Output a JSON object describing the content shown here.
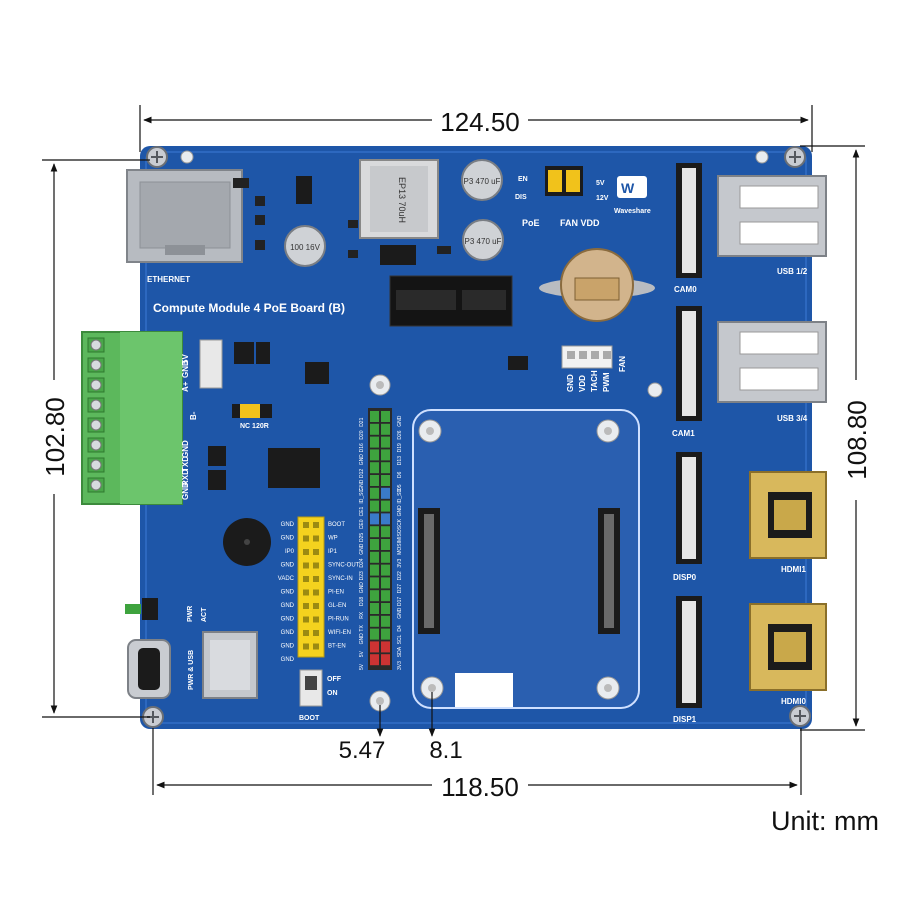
{
  "dimensions": {
    "top_width": "124.50",
    "bottom_width": "118.50",
    "left_height": "102.80",
    "right_height": "108.80",
    "hole_offset_a": "5.47",
    "hole_offset_b": "8.1",
    "unit": "Unit: mm"
  },
  "board": {
    "title": "Compute Module 4 PoE Board (B)",
    "brand": "Waveshare",
    "color": "#1e56a8",
    "labels": {
      "ethernet": "ETHERNET",
      "poe": "PoE",
      "fan_vdd": "FAN VDD",
      "en": "EN",
      "dis": "DIS",
      "v5": "5V",
      "v12": "12V",
      "transformer": "EP13 70uH",
      "cap1": "P3 470 uF",
      "cap2": "P3 470 uF",
      "cap3": "100 16V",
      "usb12": "USB 1/2",
      "usb34": "USB 3/4",
      "hdmi1": "HDMI1",
      "hdmi0": "HDMI0",
      "cam0": "CAM0",
      "cam1": "CAM1",
      "disp0": "DISP0",
      "disp1": "DISP1",
      "fan_pins": [
        "GND",
        "VDD",
        "TACH",
        "PWM"
      ],
      "fan": "FAN",
      "terminal_top": [
        "A+",
        "GND",
        "5V"
      ],
      "terminal_mid": [
        "B-"
      ],
      "terminal_bottom": [
        "GND",
        "RXD",
        "TXD",
        "GND"
      ],
      "nc120": "NC  120R",
      "pwr_usb": "PWR & USB",
      "pwr": "PWR",
      "act": "ACT",
      "boot": "BOOT",
      "off": "OFF",
      "on": "ON",
      "jumper_left": [
        "GND",
        "GND",
        "IP0",
        "GND",
        "VADC",
        "GND",
        "GND",
        "GND",
        "GND",
        "GND",
        "GND"
      ],
      "jumper_right": [
        "BOOT",
        "WP",
        "IP1",
        "SYNC-OUT",
        "SYNC-IN",
        "PI-EN",
        "GL-EN",
        "PI-RUN",
        "WIFI-EN",
        "BT-EN"
      ],
      "gpio_bottom": [
        "5V",
        "5V",
        "GND",
        "TX",
        "RX",
        "D18",
        "GND",
        "D23",
        "D24",
        "GND",
        "D25",
        "CE0",
        "CE1",
        "ID_SC",
        "GND",
        "D12",
        "GND",
        "D16",
        "D20",
        "D21",
        "3V3",
        "SDA",
        "SCL",
        "D4",
        "GND",
        "D17",
        "D27",
        "D22",
        "3V3",
        "MOSI",
        "MISO",
        "SCK",
        "GND",
        "ID_SD",
        "D5",
        "D6",
        "D13",
        "D19",
        "D26",
        "GND"
      ]
    }
  }
}
